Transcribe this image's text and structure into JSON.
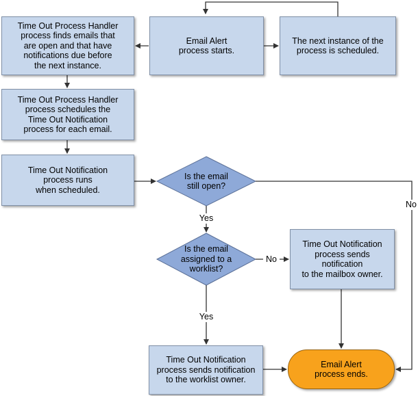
{
  "nodes": {
    "email_alert_starts": "Email Alert\nprocess starts.",
    "next_instance_scheduled": "The next instance of the\nprocess is scheduled.",
    "handler_finds_emails": "Time Out Process Handler\nprocess finds emails that\nare open and that have\nnotifications due before\nthe next instance.",
    "handler_schedules": "Time Out Process Handler\nprocess schedules the\nTime Out Notification\nprocess for each email.",
    "notification_runs": "Time Out Notification\nprocess runs\nwhen scheduled.",
    "decision_still_open": "Is the email\nstill open?",
    "decision_assigned_worklist": "Is the email\nassigned to a\nworklist?",
    "notify_mailbox_owner": "Time Out Notification\nprocess sends\nnotification\nto the mailbox owner.",
    "notify_worklist_owner": "Time Out Notification\nprocess sends notification\nto the worklist owner.",
    "process_ends": "Email Alert\nprocess ends."
  },
  "edge_labels": {
    "open_yes": "Yes",
    "open_no": "No",
    "worklist_no": "No",
    "worklist_yes": "Yes"
  },
  "colors": {
    "process_fill": "#c7d7ec",
    "decision_fill": "#8ea9d8",
    "terminal_fill": "#f8a21c",
    "line": "#333333"
  }
}
